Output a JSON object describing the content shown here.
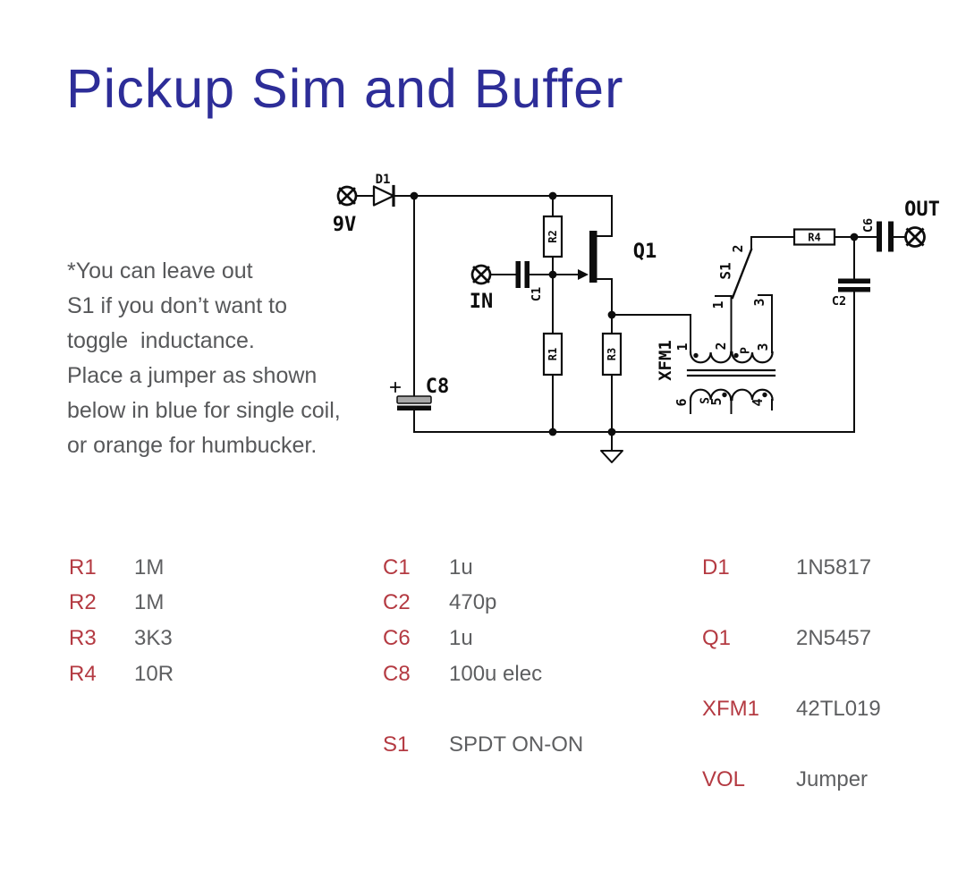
{
  "title": "Pickup Sim and Buffer",
  "note": {
    "line1": "*You can leave out",
    "line2": "S1 if you don’t want to",
    "line3": "toggle  inductance.",
    "line4": "Place a jumper as shown",
    "line5": "below in blue for single coil,",
    "line6": "or orange for humbucker."
  },
  "schematic": {
    "labels": {
      "supply": "9V",
      "d1": "D1",
      "input": "IN",
      "output": "OUT",
      "q1": "Q1",
      "c1": "C1",
      "c2": "C2",
      "c6": "C6",
      "c8": "C8",
      "r1": "R1",
      "r2": "R2",
      "r3": "R3",
      "r4": "R4",
      "xfm1": "XFM1",
      "s1": "S1",
      "s1_pin1": "1",
      "s1_pin2": "2",
      "s1_pin3": "3",
      "xfm_pin1": "1",
      "xfm_pin2": "2",
      "xfm_pin3": "3",
      "xfm_pin4": "4",
      "xfm_pin5": "5",
      "xfm_pin6": "6",
      "xfm_primary": "P",
      "xfm_secondary": "S",
      "c8_plus": "+"
    }
  },
  "parts": [
    {
      "ref": "R1",
      "value": "1M"
    },
    {
      "ref": "R2",
      "value": "1M"
    },
    {
      "ref": "R3",
      "value": "3K3"
    },
    {
      "ref": "R4",
      "value": "10R"
    },
    {
      "ref": "C1",
      "value": "1u"
    },
    {
      "ref": "C2",
      "value": "470p"
    },
    {
      "ref": "C6",
      "value": "1u"
    },
    {
      "ref": "C8",
      "value": "100u elec"
    },
    {
      "ref": "S1",
      "value": "SPDT ON-ON"
    },
    {
      "ref": "D1",
      "value": "1N5817"
    },
    {
      "ref": "Q1",
      "value": "2N5457"
    },
    {
      "ref": "XFM1",
      "value": "42TL019"
    },
    {
      "ref": "VOL",
      "value": "Jumper"
    }
  ],
  "colors": {
    "title": "#2d2d98",
    "part_ref": "#b43a42",
    "part_value": "#5e5f61",
    "note_text": "#57585a",
    "schematic_line": "#0d0d0d"
  }
}
